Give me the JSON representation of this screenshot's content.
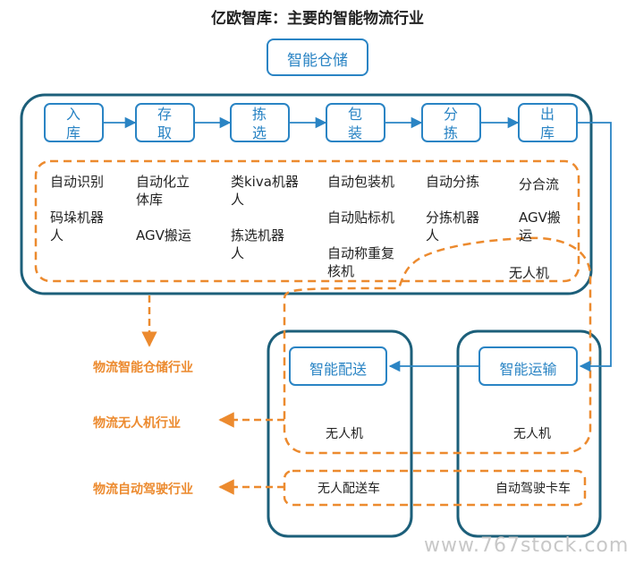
{
  "title": "亿欧智库：主要的智能物流行业",
  "warehouse_box": "智能仓储",
  "steps": [
    {
      "line1": "入",
      "line2": "库"
    },
    {
      "line1": "存",
      "line2": "取"
    },
    {
      "line1": "拣",
      "line2": "选"
    },
    {
      "line1": "包",
      "line2": "装"
    },
    {
      "line1": "分",
      "line2": "拣"
    },
    {
      "line1": "出",
      "line2": "库"
    }
  ],
  "columns": [
    [
      [
        "自动识别"
      ],
      [
        "码垛机器",
        "人"
      ]
    ],
    [
      [
        "自动化立",
        "体库"
      ],
      [
        "AGV搬运"
      ]
    ],
    [
      [
        "类kiva机器",
        "人"
      ],
      [
        "拣选机器",
        "人"
      ]
    ],
    [
      [
        "自动包装机"
      ],
      [
        "自动贴标机"
      ],
      [
        "自动称重复",
        "核机"
      ]
    ],
    [
      [
        "自动分拣"
      ],
      [
        "分拣机器",
        "人"
      ]
    ],
    [
      [
        "分合流"
      ],
      [
        "AGV搬",
        "运"
      ]
    ]
  ],
  "warehouse_drone": "无人机",
  "delivery_box": "智能配送",
  "transport_box": "智能运输",
  "delivery_drone": "无人机",
  "transport_drone": "无人机",
  "delivery_vehicle": "无人配送车",
  "transport_vehicle": "自动驾驶卡车",
  "industries": {
    "warehouse": "物流智能仓储行业",
    "drone": "物流无人机行业",
    "autonomous": "物流自动驾驶行业"
  },
  "watermark": "www.767stock.com",
  "colors": {
    "teal": "#1c5f7a",
    "blue": "#2a84c4",
    "orange": "#ec8a2e"
  }
}
